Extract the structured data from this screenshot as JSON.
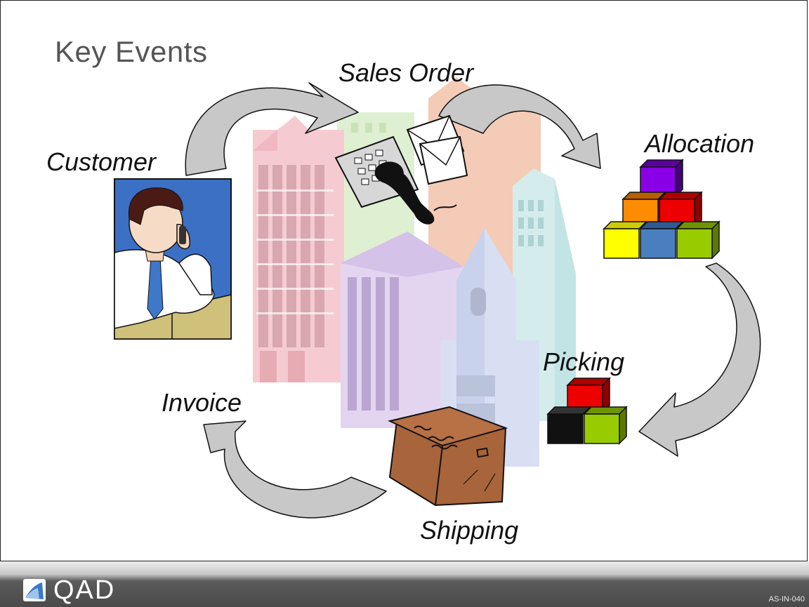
{
  "slide": {
    "title": "Key Events",
    "code": "AS-IN-040",
    "logo_text": "QAD"
  },
  "events": {
    "sales_order": "Sales Order",
    "allocation": "Allocation",
    "customer": "Customer",
    "picking": "Picking",
    "invoice": "Invoice",
    "shipping": "Shipping"
  },
  "colors": {
    "arrow_fill": "#c8c8c8",
    "footer": "#4a4a4a",
    "cube_purple": "#8a00e6",
    "cube_orange": "#ff8c00",
    "cube_red": "#ee0000",
    "cube_yellow": "#ffff00",
    "cube_blue": "#4a7fbf",
    "cube_green": "#99cc00",
    "cube_black": "#111111"
  }
}
